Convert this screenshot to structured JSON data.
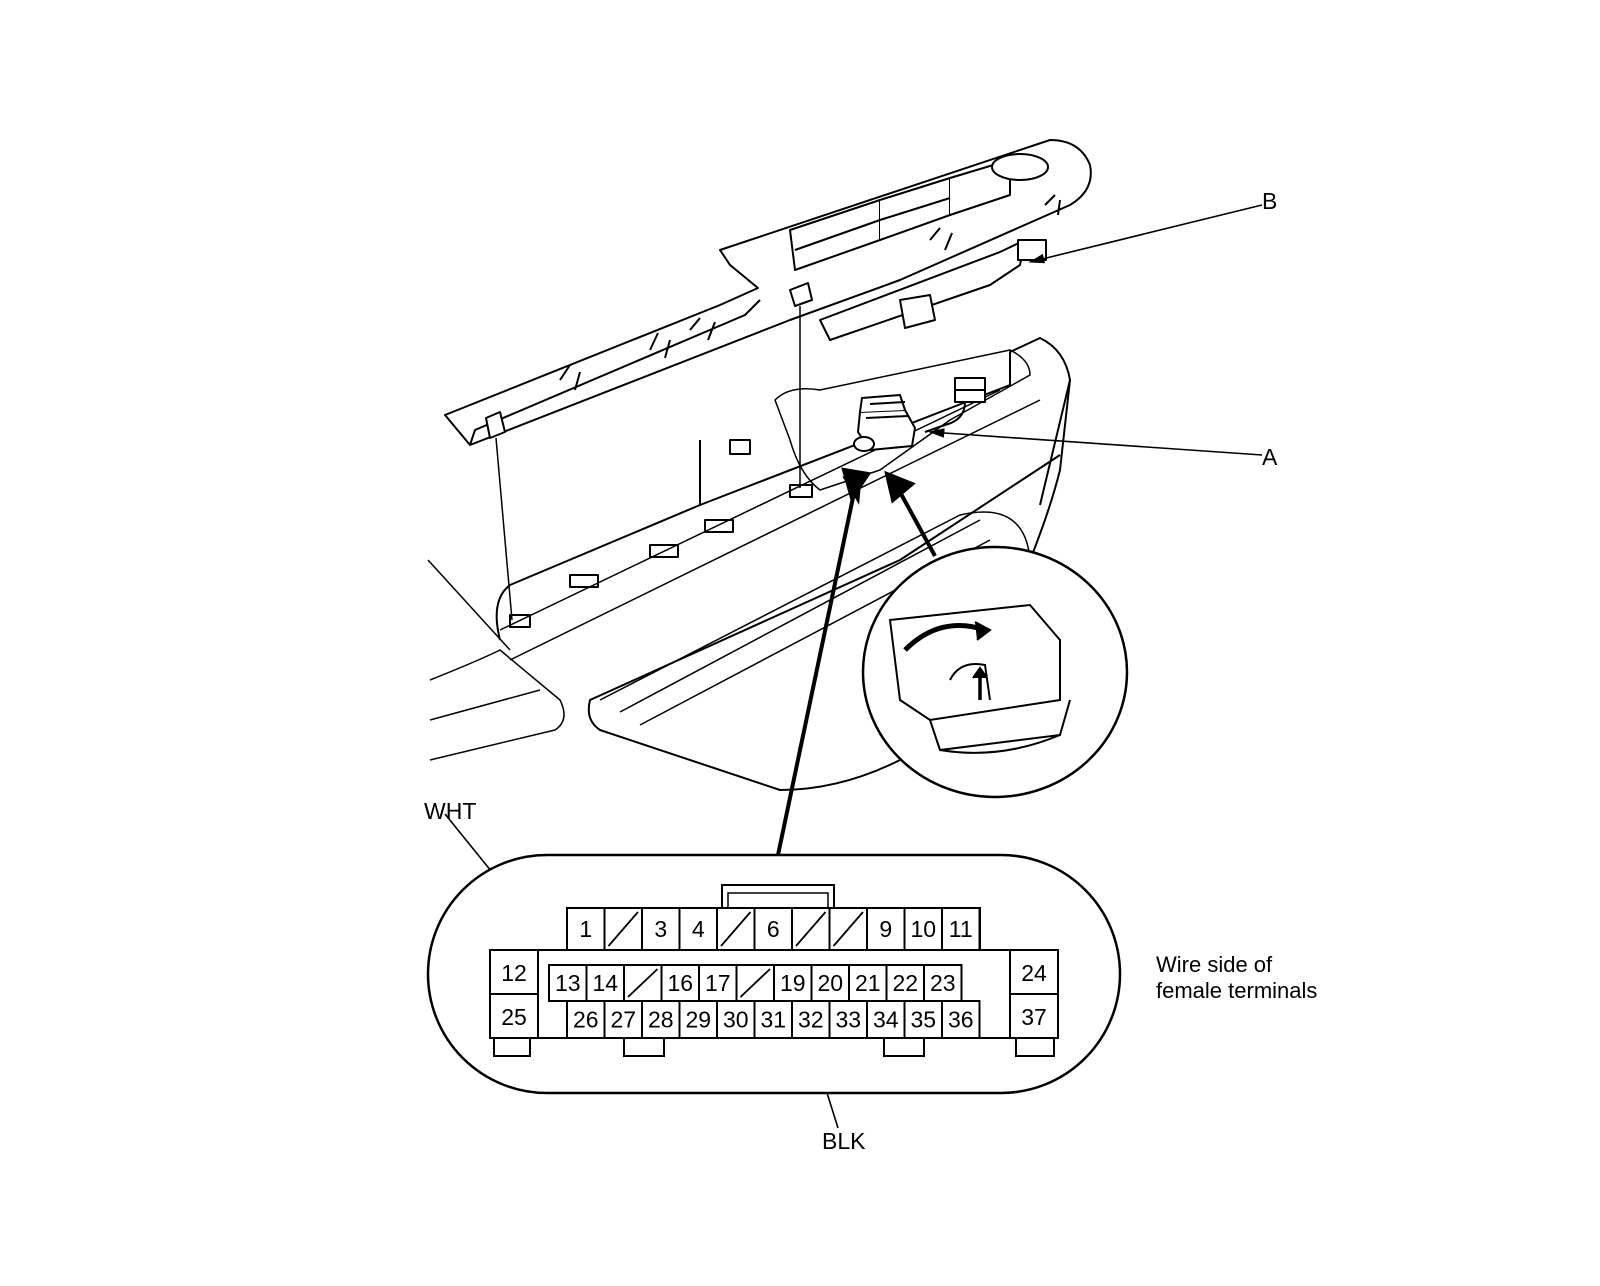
{
  "callouts": {
    "b": "B",
    "a": "A",
    "wht": "WHT",
    "blk": "BLK"
  },
  "note": {
    "line1": "Wire side of",
    "line2": "female terminals"
  },
  "connector": {
    "top_row": [
      "1",
      "",
      "3",
      "4",
      "",
      "6",
      "",
      "",
      "9",
      "10",
      "11"
    ],
    "middle_row": [
      "13",
      "14",
      "",
      "16",
      "17",
      "",
      "19",
      "20",
      "21",
      "22",
      "23"
    ],
    "bottom_row": [
      "26",
      "27",
      "28",
      "29",
      "30",
      "31",
      "32",
      "33",
      "34",
      "35",
      "36"
    ],
    "left_column": [
      "12",
      "25"
    ],
    "right_column": [
      "24",
      "37"
    ]
  }
}
